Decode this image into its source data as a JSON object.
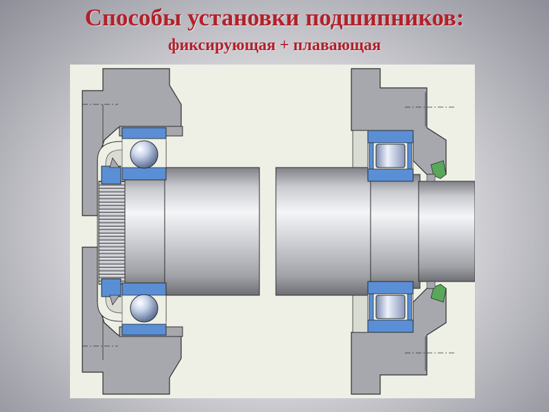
{
  "slide": {
    "title": "Способы установки подшипников:",
    "subtitle": "фиксирующая + плавающая"
  },
  "diagram": {
    "left_arrangement": "locating-deep-groove-ball-bearing",
    "right_arrangement": "non-locating-cylindrical-roller-bearing"
  },
  "colors": {
    "title": "#b3202a",
    "background_panel": "#eef0e6",
    "housing": "#a6a8ad",
    "housing_stroke": "#2b2b2b",
    "bearing_ring": "#5a8fd6",
    "rolling_element": "#c9d6ee",
    "shaft": "#c4c6cb",
    "seal": "#59a85a"
  }
}
